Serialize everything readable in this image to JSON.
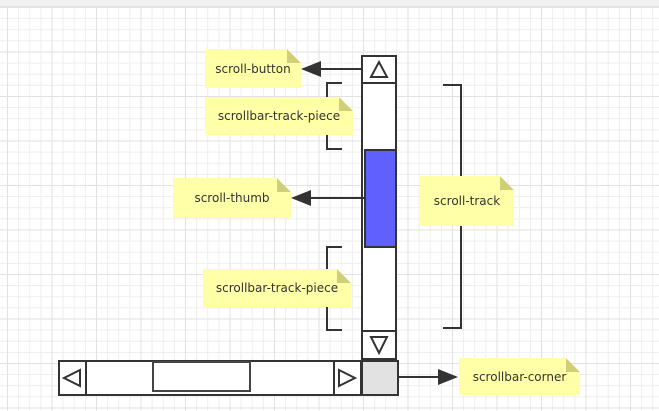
{
  "diagram": {
    "title": "Scrollbar anatomy",
    "labels": {
      "scroll_button": "scroll-button",
      "track_piece_top": "scrollbar-track-piece",
      "scroll_thumb": "scroll-thumb",
      "track_piece_bottom": "scrollbar-track-piece",
      "scroll_track": "scroll-track",
      "scrollbar_corner": "scrollbar-corner"
    },
    "colors": {
      "note_fill": "#ffffa8",
      "note_fold": "#cfcf7a",
      "thumb_fill": "#6060ff",
      "corner_fill": "#e2e2e2",
      "stroke": "#333333"
    },
    "icons": {
      "up_arrow": "triangle-up-icon",
      "down_arrow": "triangle-down-icon",
      "left_arrow": "triangle-left-icon",
      "right_arrow": "triangle-right-icon"
    }
  }
}
